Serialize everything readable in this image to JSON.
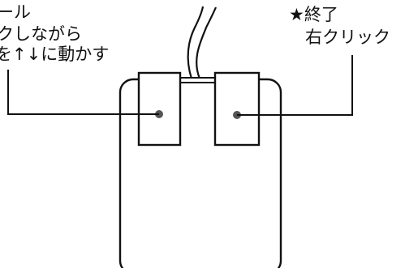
{
  "labels": {
    "left": {
      "line1": "ール",
      "line2": "クしながら",
      "line3": "を↑↓に動かす"
    },
    "right": {
      "line1": "★終了",
      "line2": "右クリック"
    }
  },
  "colors": {
    "stroke": "#111111",
    "button_dot": "#555555",
    "background": "#ffffff"
  }
}
